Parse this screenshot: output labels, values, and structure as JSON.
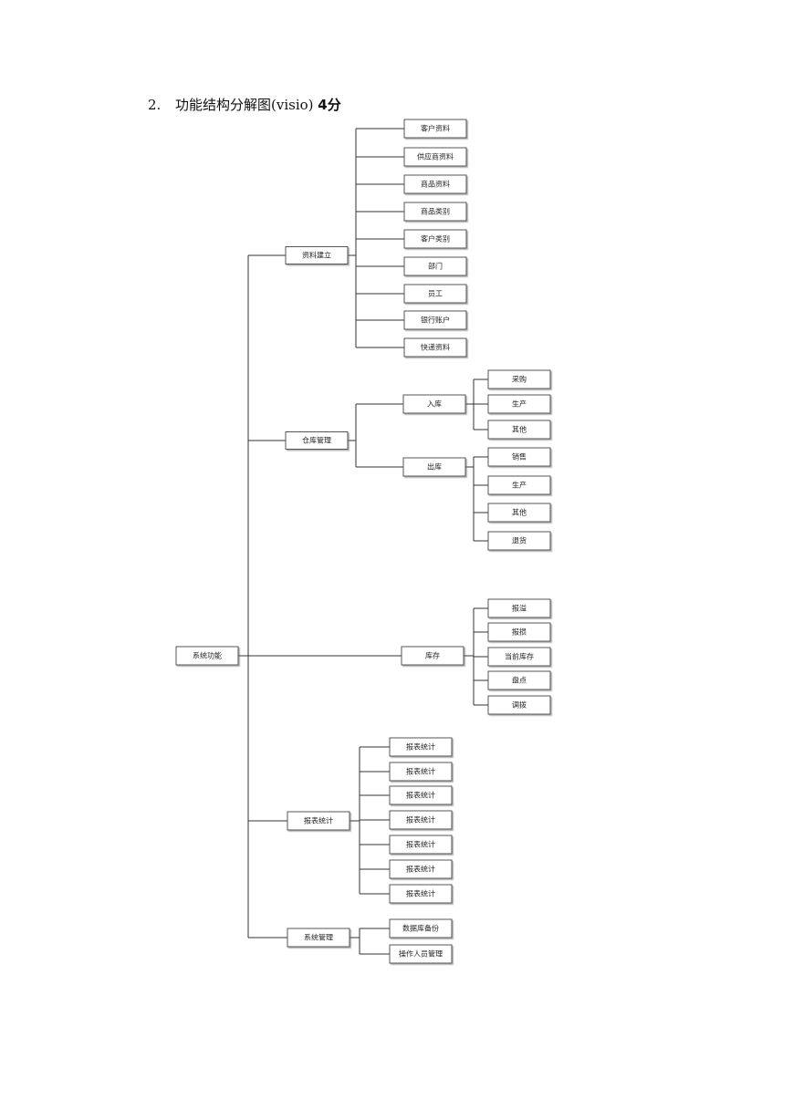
{
  "heading": {
    "number": "2.",
    "title": "功能结构分解图(visio)",
    "points": "4分"
  },
  "tree": {
    "label": "系统功能",
    "children": [
      {
        "label": "资料建立",
        "children": [
          {
            "label": "客户资料"
          },
          {
            "label": "供应商资料"
          },
          {
            "label": "商品资料"
          },
          {
            "label": "商品类别"
          },
          {
            "label": "客户类别"
          },
          {
            "label": "部门"
          },
          {
            "label": "员工"
          },
          {
            "label": "银行账户"
          },
          {
            "label": "快递资料"
          }
        ]
      },
      {
        "label": "仓库管理",
        "children": [
          {
            "label": "入库",
            "children": [
              {
                "label": "采购"
              },
              {
                "label": "生产"
              },
              {
                "label": "其他"
              }
            ]
          },
          {
            "label": "出库",
            "children": [
              {
                "label": "销售"
              },
              {
                "label": "生产"
              },
              {
                "label": "其他"
              },
              {
                "label": "退货"
              }
            ]
          }
        ]
      },
      {
        "label": "库存",
        "children": [
          {
            "label": "报溢"
          },
          {
            "label": "报损"
          },
          {
            "label": "当前库存"
          },
          {
            "label": "盘点"
          },
          {
            "label": "调拨"
          }
        ]
      },
      {
        "label": "报表统计",
        "children": [
          {
            "label": "报表统计"
          },
          {
            "label": "报表统计"
          },
          {
            "label": "报表统计"
          },
          {
            "label": "报表统计"
          },
          {
            "label": "报表统计"
          },
          {
            "label": "报表统计"
          },
          {
            "label": "报表统计"
          }
        ]
      },
      {
        "label": "系统管理",
        "children": [
          {
            "label": "数据库备份"
          },
          {
            "label": "操作人员管理"
          }
        ]
      }
    ]
  }
}
